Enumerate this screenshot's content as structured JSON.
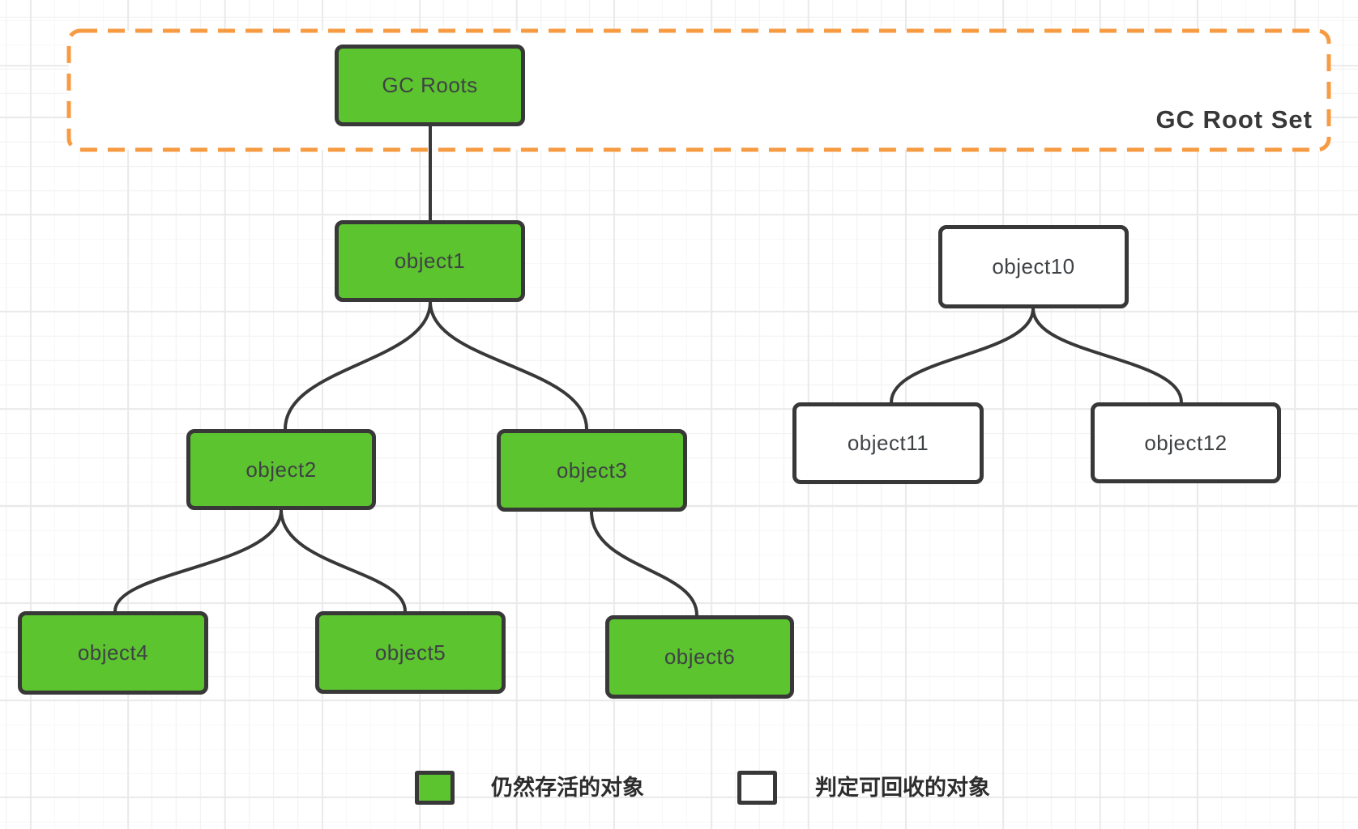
{
  "root_set": {
    "label": "GC Root Set"
  },
  "nodes": [
    {
      "id": "gc-roots",
      "label": "GC Roots",
      "status": "alive"
    },
    {
      "id": "object1",
      "label": "object1",
      "status": "alive"
    },
    {
      "id": "object2",
      "label": "object2",
      "status": "alive"
    },
    {
      "id": "object3",
      "label": "object3",
      "status": "alive"
    },
    {
      "id": "object4",
      "label": "object4",
      "status": "alive"
    },
    {
      "id": "object5",
      "label": "object5",
      "status": "alive"
    },
    {
      "id": "object6",
      "label": "object6",
      "status": "alive"
    },
    {
      "id": "object10",
      "label": "object10",
      "status": "collectable"
    },
    {
      "id": "object11",
      "label": "object11",
      "status": "collectable"
    },
    {
      "id": "object12",
      "label": "object12",
      "status": "collectable"
    }
  ],
  "edges": [
    {
      "from": "gc-roots",
      "to": "object1"
    },
    {
      "from": "object1",
      "to": "object2"
    },
    {
      "from": "object1",
      "to": "object3"
    },
    {
      "from": "object2",
      "to": "object4"
    },
    {
      "from": "object2",
      "to": "object5"
    },
    {
      "from": "object3",
      "to": "object6"
    },
    {
      "from": "object10",
      "to": "object11"
    },
    {
      "from": "object10",
      "to": "object12"
    }
  ],
  "legend": {
    "alive_label": "仍然存活的对象",
    "collectable_label": "判定可回收的对象"
  },
  "colors": {
    "alive_fill": "#5CC42E",
    "collectable_fill": "#FFFFFF",
    "stroke": "#383838",
    "root_set_border": "#F79B43"
  }
}
